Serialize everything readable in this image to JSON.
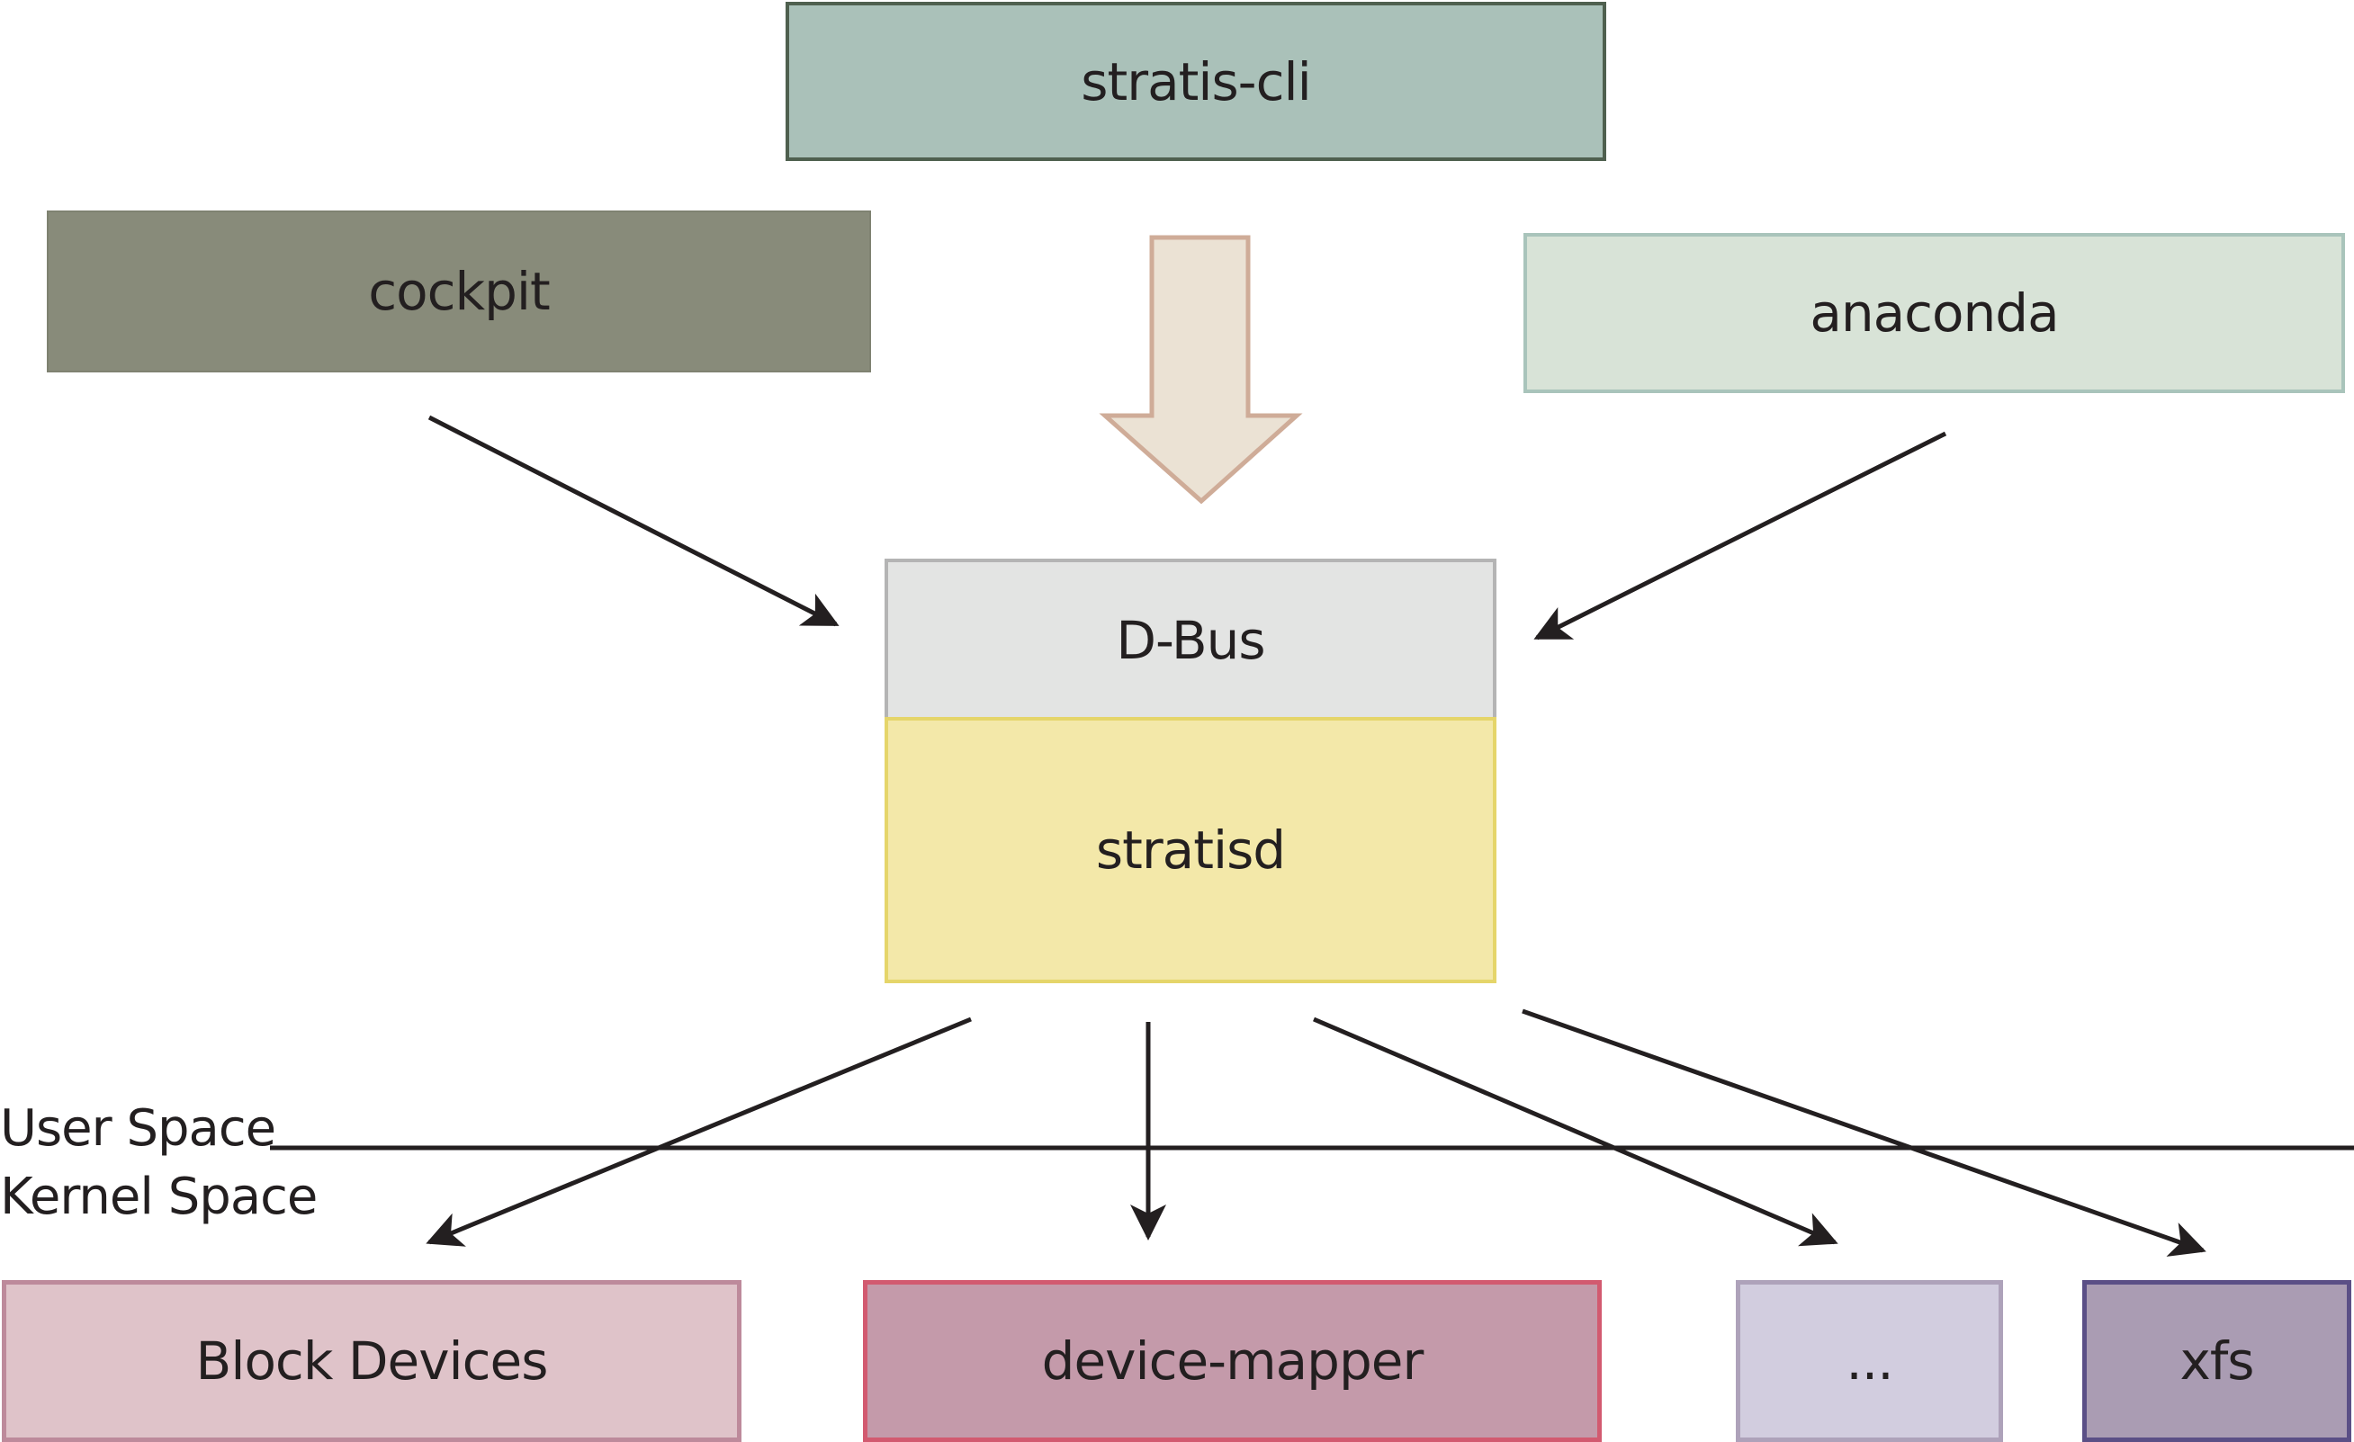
{
  "diagram": {
    "clients": {
      "stratis_cli": "stratis-cli",
      "cockpit": "cockpit",
      "anaconda": "anaconda"
    },
    "service": {
      "interface": "D-Bus",
      "daemon": "stratisd"
    },
    "boundary": {
      "upper_label": "User Space",
      "lower_label": "Kernel Space"
    },
    "kernel_components": [
      {
        "label": "Block Devices"
      },
      {
        "label": "device-mapper"
      },
      {
        "label": "..."
      },
      {
        "label": "xfs"
      }
    ],
    "edges": [
      {
        "from": "cockpit",
        "to": "D-Bus"
      },
      {
        "from": "stratis-cli",
        "to": "D-Bus",
        "style": "block-arrow"
      },
      {
        "from": "anaconda",
        "to": "D-Bus"
      },
      {
        "from": "stratisd",
        "to": "Block Devices"
      },
      {
        "from": "stratisd",
        "to": "device-mapper"
      },
      {
        "from": "stratisd",
        "to": "..."
      },
      {
        "from": "stratisd",
        "to": "xfs"
      }
    ],
    "colors": {
      "stratis_cli": "#aac1b9",
      "cockpit": "#888b7a",
      "anaconda": "#d8e3d7",
      "dbus": "#e3e4e3",
      "stratisd": "#f3e8a9",
      "block_devices": "#dfc3c9",
      "device_mapper": "#c49aaa",
      "ellipsis": "#d2cddf",
      "xfs": "#aa9cb3",
      "arrow_fill": "#ebe2d4",
      "arrow_stroke": "#cfac98",
      "line": "#231f20"
    }
  }
}
